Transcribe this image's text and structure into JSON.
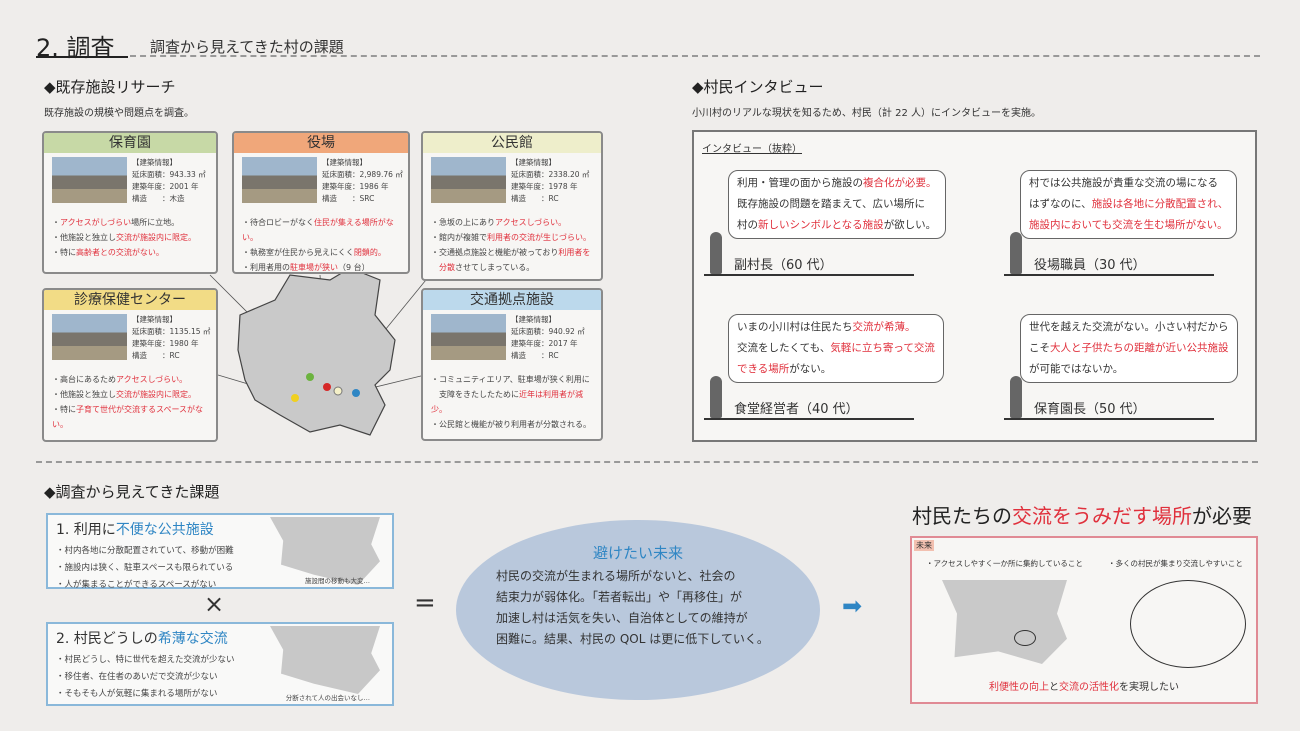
{
  "header": {
    "number": "2. 調査",
    "subtitle": "調査から見えてきた村の課題"
  },
  "research": {
    "title": "◆既存施設リサーチ",
    "desc": "既存施設の規模や問題点を調査。",
    "cards": [
      {
        "name": "保育園",
        "color": "#c7d9a6",
        "info_label": "【建築情報】",
        "area": "延床面積：943.33 ㎡",
        "year": "建築年度：2001 年",
        "structure": "構造　　：木造",
        "points": [
          [
            [
              "・",
              0
            ],
            [
              "アクセスがしづらい",
              1
            ],
            [
              "場所に立地。",
              0
            ]
          ],
          [
            [
              "・他施設と独立し",
              0
            ],
            [
              "交流が施設内に限定。",
              1
            ]
          ],
          [
            [
              "・特に",
              0
            ],
            [
              "高齢者との交流がない。",
              1
            ]
          ]
        ]
      },
      {
        "name": "役場",
        "color": "#f0a77a",
        "info_label": "【建築情報】",
        "area": "延床面積：2,989.76 ㎡",
        "year": "建築年度：1986 年",
        "structure": "構造　　：SRC",
        "points": [
          [
            [
              "・待合ロビーがなく",
              0
            ],
            [
              "住民が集える場所がない。",
              1
            ]
          ],
          [
            [
              "・執務室が住民から見えにくく",
              0
            ],
            [
              "閉鎖的。",
              1
            ]
          ],
          [
            [
              "・利用者用の",
              0
            ],
            [
              "駐車場が狭い",
              1
            ],
            [
              "（9 台）",
              0
            ]
          ]
        ]
      },
      {
        "name": "公民館",
        "color": "#eeeecb",
        "info_label": "【建築情報】",
        "area": "延床面積：2338.20 ㎡",
        "year": "建築年度：1978 年",
        "structure": "構造　　：RC",
        "points": [
          [
            [
              "・急坂の上にあり",
              0
            ],
            [
              "アクセスしづらい。",
              1
            ]
          ],
          [
            [
              "・館内が複雑で",
              0
            ],
            [
              "利用者の交流が生じづらい。",
              1
            ]
          ],
          [
            [
              "・交通拠点施設と機能が被っており",
              0
            ],
            [
              "利用者を",
              1
            ]
          ],
          [
            [
              "　",
              0
            ],
            [
              "分散",
              1
            ],
            [
              "させてしまっている。",
              0
            ]
          ]
        ]
      },
      {
        "name": "診療保健センター",
        "color": "#f2dc86",
        "info_label": "【建築情報】",
        "area": "延床面積：1135.15 ㎡",
        "year": "建築年度：1980 年",
        "structure": "構造　　：RC",
        "points": [
          [
            [
              "・高台にあるため",
              0
            ],
            [
              "アクセスしづらい。",
              1
            ]
          ],
          [
            [
              "・他施設と独立し",
              0
            ],
            [
              "交流が施設内に限定。",
              1
            ]
          ],
          [
            [
              "・特に",
              0
            ],
            [
              "子育て世代が交流するスペースがない。",
              1
            ]
          ]
        ]
      },
      {
        "name": "交通拠点施設",
        "color": "#bcd9ec",
        "info_label": "【建築情報】",
        "area": "延床面積：940.92 ㎡",
        "year": "建築年度：2017 年",
        "structure": "構造　　：RC",
        "points": [
          [
            [
              "・コミュニティエリア、駐車場が狭く利用に",
              0
            ]
          ],
          [
            [
              "　支障をきたしたために",
              0
            ],
            [
              "近年は利用者が減少。",
              1
            ]
          ],
          [
            [
              "・公民館と機能が被り利用者が分散される。",
              0
            ]
          ]
        ]
      }
    ]
  },
  "interview": {
    "title": "◆村民インタビュー",
    "desc": "小川村のリアルな現状を知るため、村民（計 22 人）にインタビューを実施。",
    "box_label": "インタビュー（抜粋）",
    "items": [
      {
        "who": "副村長（60 代）",
        "lines": [
          [
            [
              "利用・管理の面から施設の",
              0
            ],
            [
              "複合化が必要。",
              1
            ]
          ],
          [
            [
              "既存施設の問題を踏まえて、広い場所に",
              0
            ]
          ],
          [
            [
              "村の",
              0
            ],
            [
              "新しいシンボルとなる施設",
              1
            ],
            [
              "が欲しい。",
              0
            ]
          ]
        ]
      },
      {
        "who": "役場職員（30 代）",
        "lines": [
          [
            [
              "村では公共施設が貴重な交流の場になる",
              0
            ]
          ],
          [
            [
              "はずなのに、",
              0
            ],
            [
              "施設は各地に分散配置され、",
              1
            ]
          ],
          [
            [
              "施設内においても交流を生む場所がない。",
              1
            ]
          ]
        ]
      },
      {
        "who": "食堂経営者（40 代）",
        "lines": [
          [
            [
              "いまの小川村は住民たち",
              0
            ],
            [
              "交流が希薄。",
              1
            ]
          ],
          [
            [
              "交流をしたくても、",
              0
            ],
            [
              "気軽に立ち寄って交流",
              1
            ]
          ],
          [
            [
              "できる場所",
              1
            ],
            [
              "がない。",
              0
            ]
          ]
        ]
      },
      {
        "who": "保育園長（50 代）",
        "lines": [
          [
            [
              "世代を越えた交流がない。小さい村だから",
              0
            ]
          ],
          [
            [
              "こそ",
              0
            ],
            [
              "大人と子供たちの距離が近い公共施設",
              1
            ]
          ],
          [
            [
              "が可能ではないか。",
              0
            ]
          ]
        ]
      }
    ]
  },
  "issues": {
    "title": "◆調査から見えてきた課題",
    "items": [
      {
        "title": [
          [
            "1. 利用に",
            0
          ],
          [
            "不便な公共施設",
            2
          ]
        ],
        "points": [
          "・村内各地に分散配置されていて、移動が困難",
          "・施設内は狭く、駐車スペースも限られている",
          "・人が集まることができるスペースがない"
        ],
        "caption": "施設間の移動も大変…"
      },
      {
        "title": [
          [
            "2. 村民どうしの",
            0
          ],
          [
            "希薄な交流",
            2
          ]
        ],
        "points": [
          "・村民どうし、特に世代を超えた交流が少ない",
          "・移住者、在住者のあいだで交流が少ない",
          "・そもそも人が気軽に集まれる場所がない"
        ],
        "caption": "分断されて人の出会いなし…"
      }
    ],
    "times": "×",
    "equals": "=",
    "arrow": "➡"
  },
  "future_avoid": {
    "title": "避けたい未来",
    "lines": [
      "村民の交流が生まれる場所がないと、社会の",
      "結束力が弱体化。「若者転出」や「再移住」が",
      "加速し村は活気を失い、自治体としての維持が",
      "困難に。結果、村民の QOL は更に低下していく。"
    ]
  },
  "need": {
    "title": [
      [
        "村民たちの",
        0
      ],
      [
        "交流をうみだす場所",
        1
      ],
      [
        "が必要",
        0
      ]
    ],
    "tag": "未来",
    "left": "・アクセスしやすく一か所に集約していること",
    "right": "・多くの村民が集まり交流しやすいこと",
    "bottom": [
      [
        "利便性の向上",
        1
      ],
      [
        "と",
        0
      ],
      [
        "交流の活性化",
        1
      ],
      [
        "を実現したい",
        0
      ]
    ]
  },
  "colors": {
    "red": "#e0303c",
    "blue": "#2f86c4",
    "bg": "#efedeb"
  }
}
